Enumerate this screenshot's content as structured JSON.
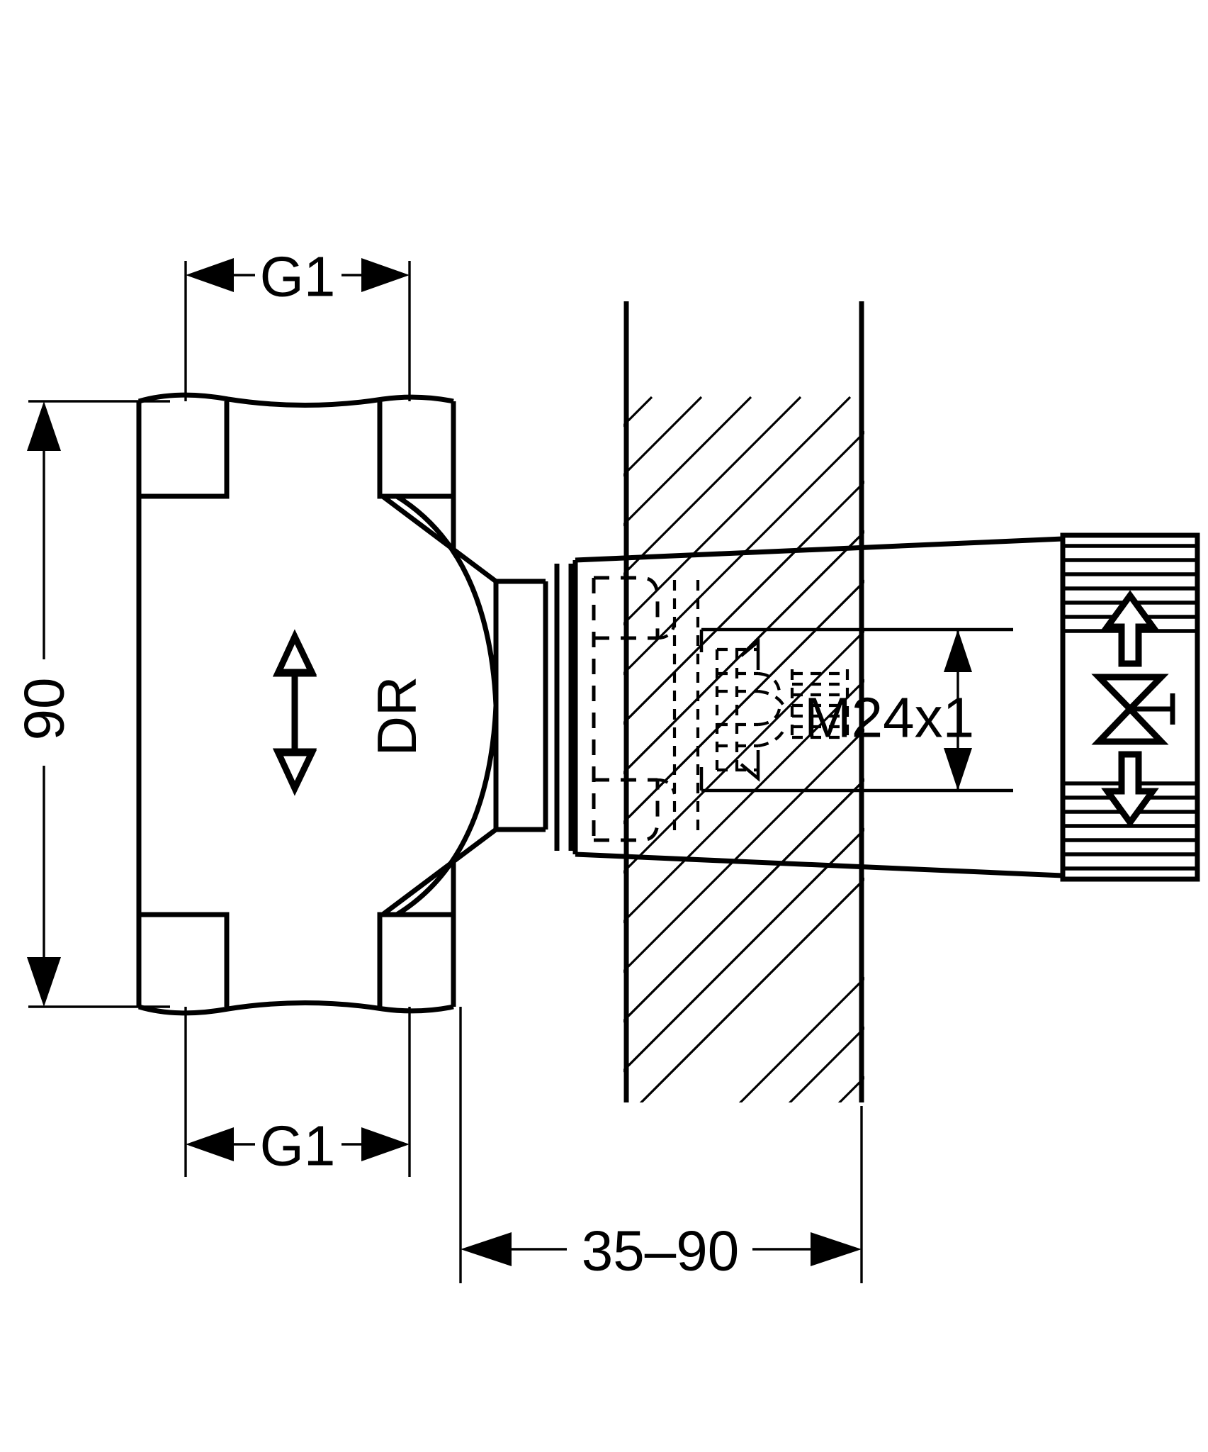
{
  "drawing": {
    "title": "Concealed stop valve installation drawing",
    "stroke_color": "#000000",
    "background_color": "#ffffff",
    "dimensions": {
      "thread_top": "G1",
      "thread_bottom": "G1",
      "body_height": "90",
      "spindle_thread": "M24x1",
      "wall_depth_range": "35–90"
    },
    "marks": {
      "body_mark": "DR",
      "flow_arrow": "flow-direction-arrow-up"
    },
    "cap_symbol": {
      "up_arrow": "arrow-up-open",
      "valve_glyph": "bowtie-valve-symbol",
      "down_arrow": "arrow-down-open"
    },
    "features": {
      "wall_section": "hatched-wall-section",
      "hex_nut_top": "hex-nut-upper",
      "hex_nut_bottom": "hex-nut-lower",
      "knurled_cap": "knurled-cap",
      "cartridge": "hidden-cartridge-outline"
    }
  }
}
